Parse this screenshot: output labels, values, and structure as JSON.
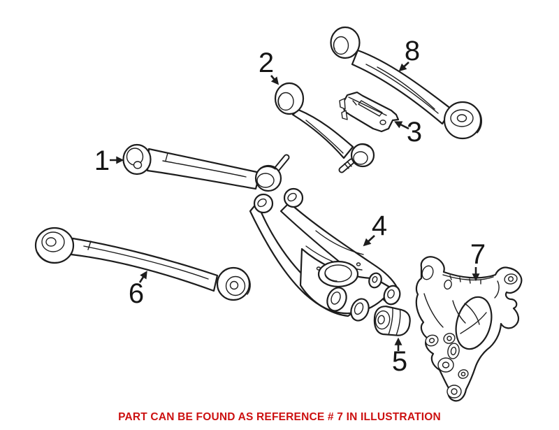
{
  "diagram": {
    "description": "Exploded black line-art illustration of rear suspension components on white background",
    "line_color": "#1d1d1d",
    "background": "#ffffff",
    "callouts": [
      {
        "number": "1",
        "part": "lateral control arm with ball stud"
      },
      {
        "number": "2",
        "part": "upper control arm with ball joint"
      },
      {
        "number": "3",
        "part": "mounting bracket"
      },
      {
        "number": "4",
        "part": "lower swing arm"
      },
      {
        "number": "5",
        "part": "rubber bushing"
      },
      {
        "number": "6",
        "part": "lower control arm"
      },
      {
        "number": "7",
        "part": "wheel carrier knuckle"
      },
      {
        "number": "8",
        "part": "trailing arm"
      }
    ]
  },
  "caption": {
    "text": "PART CAN BE FOUND AS REFERENCE # 7 IN ILLUSTRATION",
    "color": "#cc1111",
    "referenced_number": "7"
  }
}
